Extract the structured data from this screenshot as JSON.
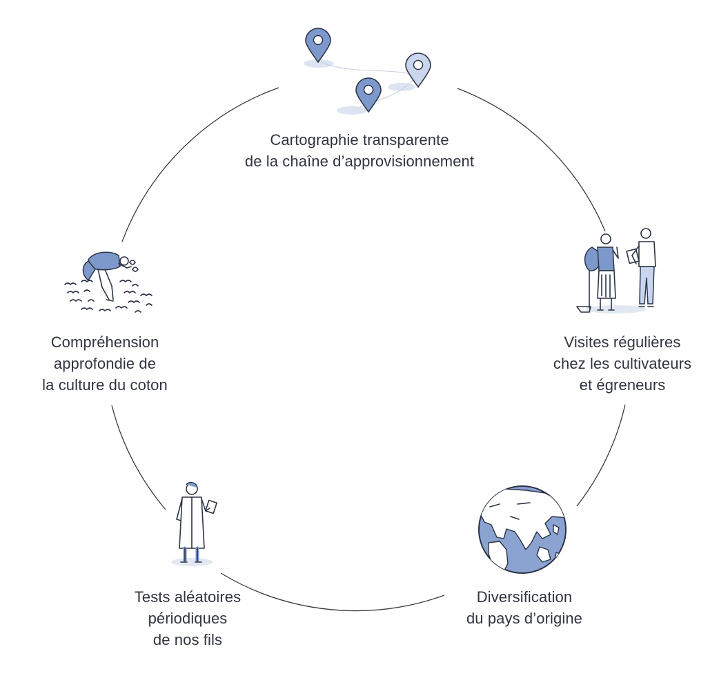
{
  "colors": {
    "ink": "#2b3345",
    "ring": "#3a3a3a",
    "pin_dark": "#7d99cc",
    "pin_mid": "#a9bde0",
    "pin_light": "#c9d6ee",
    "accent_blue": "#7d99cc",
    "globe_land": "#ffffff",
    "globe_sea": "#8aa3d1"
  },
  "steps": [
    {
      "id": "mapping",
      "icon": "map-pins-icon",
      "lines": [
        "Cartographie transparente",
        "de la chaîne d’approvisionnement"
      ]
    },
    {
      "id": "visits",
      "icon": "farmer-visit-icon",
      "lines": [
        "Visites régulières",
        "chez les cultivateurs",
        "et égreneurs"
      ]
    },
    {
      "id": "origin",
      "icon": "globe-icon",
      "lines": [
        "Diversification",
        "du pays d’origine"
      ]
    },
    {
      "id": "tests",
      "icon": "lab-scientist-icon",
      "lines": [
        "Tests aléatoires",
        "périodiques",
        "de nos fils"
      ]
    },
    {
      "id": "culture",
      "icon": "cotton-picker-icon",
      "lines": [
        "Compréhension",
        "approfondie de",
        "la culture du coton"
      ]
    }
  ]
}
